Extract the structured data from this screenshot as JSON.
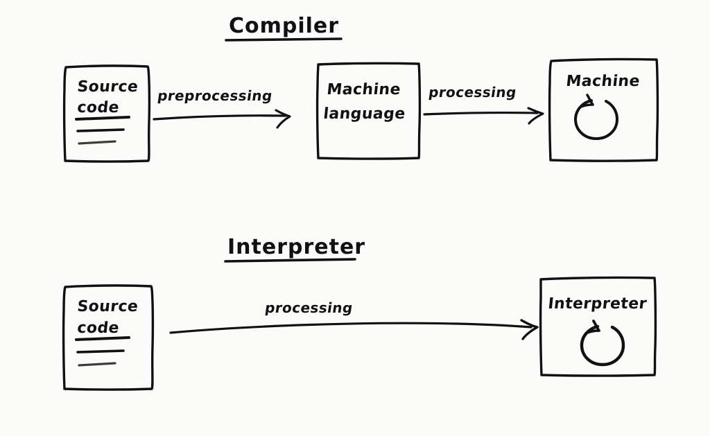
{
  "diagram": {
    "title_implied": "Compiler vs Interpreter",
    "background_color": "#fbfbfa",
    "stroke_color": "#111111",
    "style": "hand-drawn sketch"
  },
  "sections": [
    {
      "id": "compiler",
      "heading": "Compiler",
      "underlined": true,
      "nodes": [
        {
          "id": "source-code-1",
          "label_line1": "Source",
          "label_line2": "code",
          "glyph": "document-lines",
          "lines": 3
        },
        {
          "id": "machine-language",
          "label_line1": "Machine",
          "label_line2": "language",
          "glyph": "none"
        },
        {
          "id": "machine",
          "label_line1": "Machine",
          "label_line2": "",
          "glyph": "loop-arrow"
        }
      ],
      "edges": [
        {
          "id": "edge-preprocessing",
          "label": "preprocessing",
          "from": "source-code-1",
          "to": "machine-language"
        },
        {
          "id": "edge-processing-top",
          "label": "processing",
          "from": "machine-language",
          "to": "machine"
        }
      ]
    },
    {
      "id": "interpreter",
      "heading": "Interpreter",
      "underlined": true,
      "nodes": [
        {
          "id": "source-code-2",
          "label_line1": "Source",
          "label_line2": "code",
          "glyph": "document-lines",
          "lines": 3
        },
        {
          "id": "interpreter-box",
          "label_line1": "Interpreter",
          "label_line2": "",
          "glyph": "loop-arrow"
        }
      ],
      "edges": [
        {
          "id": "edge-processing-bottom",
          "label": "processing",
          "from": "source-code-2",
          "to": "interpreter-box"
        }
      ]
    }
  ]
}
